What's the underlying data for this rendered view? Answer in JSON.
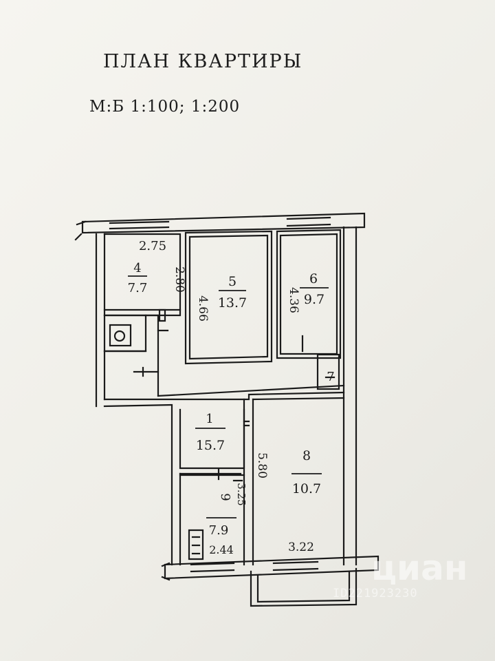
{
  "document": {
    "title": "ПЛАН КВАРТИРЫ",
    "scale": "М:Б 1:100; 1:200"
  },
  "rooms": [
    {
      "number": "1",
      "area": "15.7"
    },
    {
      "number": "4",
      "area": "7.7"
    },
    {
      "number": "5",
      "area": "13.7"
    },
    {
      "number": "6",
      "area": "9.7"
    },
    {
      "number": "7",
      "area": ""
    },
    {
      "number": "8",
      "area": "10.7"
    },
    {
      "number": "9",
      "area": "7.9"
    }
  ],
  "dimensions": {
    "d_275": "2.75",
    "d_280": "2.80",
    "d_466": "4.66",
    "d_436": "4.36",
    "d_580": "5.80",
    "d_322": "3.22",
    "d_244": "2.44",
    "d_325": "3.25"
  },
  "watermark": {
    "logo": "циан",
    "id": "ID221923230"
  },
  "colors": {
    "ink": "#1a1a1a",
    "paper": "#f2f1ec"
  }
}
